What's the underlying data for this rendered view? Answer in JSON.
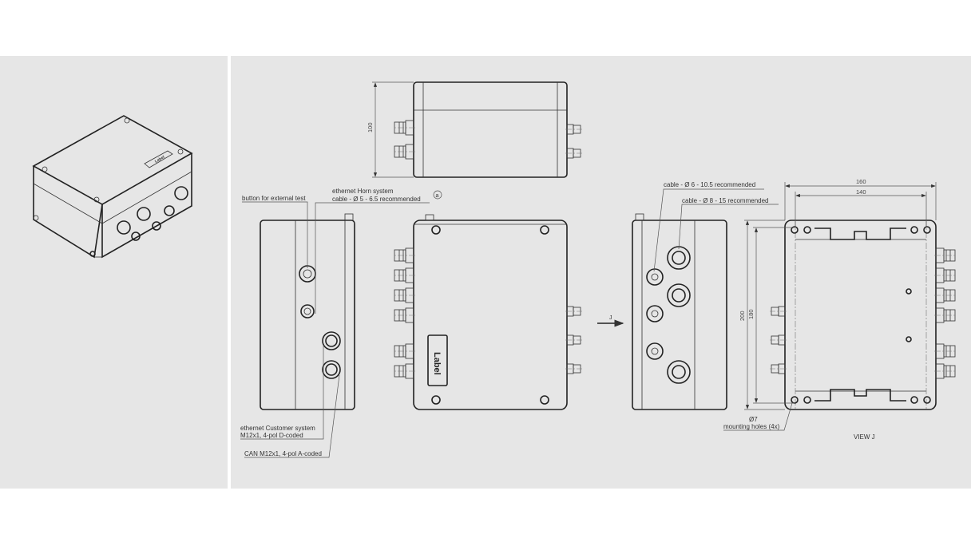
{
  "annotations": {
    "button_test": "button for external test",
    "ethernet_horn_1": "ethernet Horn system",
    "ethernet_horn_2": "cable - Ø 5 - 6.5 recommended",
    "marker_a": "a",
    "ethernet_customer_1": "ethernet Customer system",
    "ethernet_customer_2": "M12x1, 4-pol D-coded",
    "can": "CAN M12x1, 4-pol A-coded",
    "cable_large": "cable - Ø 6 - 10.5 recommended",
    "cable_xlarge": "cable - Ø 8 - 15 recommended",
    "hole_dia": "Ø7",
    "mounting_holes": "mounting holes (4x)",
    "view_j": "VIEW J",
    "arrow_j": "J",
    "label_plate": "Label"
  },
  "dimensions": {
    "height": "100",
    "width_outer": "160",
    "width_inner": "140",
    "length_outer": "200",
    "length_inner": "180"
  },
  "colors": {
    "background": "#e6e6e6",
    "line": "#222222"
  }
}
